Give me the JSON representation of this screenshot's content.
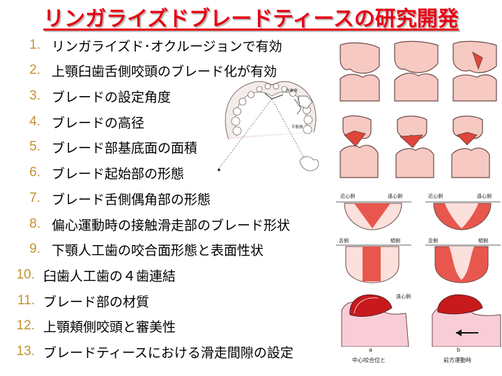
{
  "slide": {
    "title": "リンガライズドブレードティースの研究開発",
    "items": [
      {
        "num": "1.",
        "text": "リンガライズド･オクルージョンで有効"
      },
      {
        "num": "2.",
        "text": "上顎臼歯舌側咬頭のブレード化が有効"
      },
      {
        "num": "3.",
        "text": "ブレードの設定角度"
      },
      {
        "num": "4.",
        "text": "ブレードの高径"
      },
      {
        "num": "5.",
        "text": "ブレード部基底面の面積"
      },
      {
        "num": "6.",
        "text": "ブレード起始部の形態"
      },
      {
        "num": "7.",
        "text": "ブレード舌側偶角部の形態"
      },
      {
        "num": "8.",
        "text": "偏心運動時の接触滑走部のブレード形状"
      },
      {
        "num": "9.",
        "text": "下顎人工歯の咬合面形態と表面性状"
      },
      {
        "num": "10.",
        "text": "臼歯人工歯の４歯連結"
      },
      {
        "num": "11.",
        "text": "ブレード部の材質"
      },
      {
        "num": "12.",
        "text": "上顎頬側咬頭と審美性"
      },
      {
        "num": "13.",
        "text": "ブレードティースにおける滑走間隙の設定"
      }
    ]
  },
  "figures": {
    "arch_labels": {
      "working": "作業側",
      "balancing": "平衡側"
    },
    "tooth_labels": {
      "mesial_left": "近心側",
      "distal_right": "遠心側",
      "lingual": "舌側",
      "buccal": "頬側"
    },
    "contact_labels": {
      "distal": "遠心側",
      "a": "a",
      "a_caption": "中心咬合位と",
      "b": "b",
      "b_caption": "前方運動時"
    }
  },
  "colors": {
    "title": "#e60012",
    "number": "#c4912e",
    "tooth_fill": "#f7c9c3",
    "blade_red": "#e0453a",
    "outline": "#5a3530"
  }
}
